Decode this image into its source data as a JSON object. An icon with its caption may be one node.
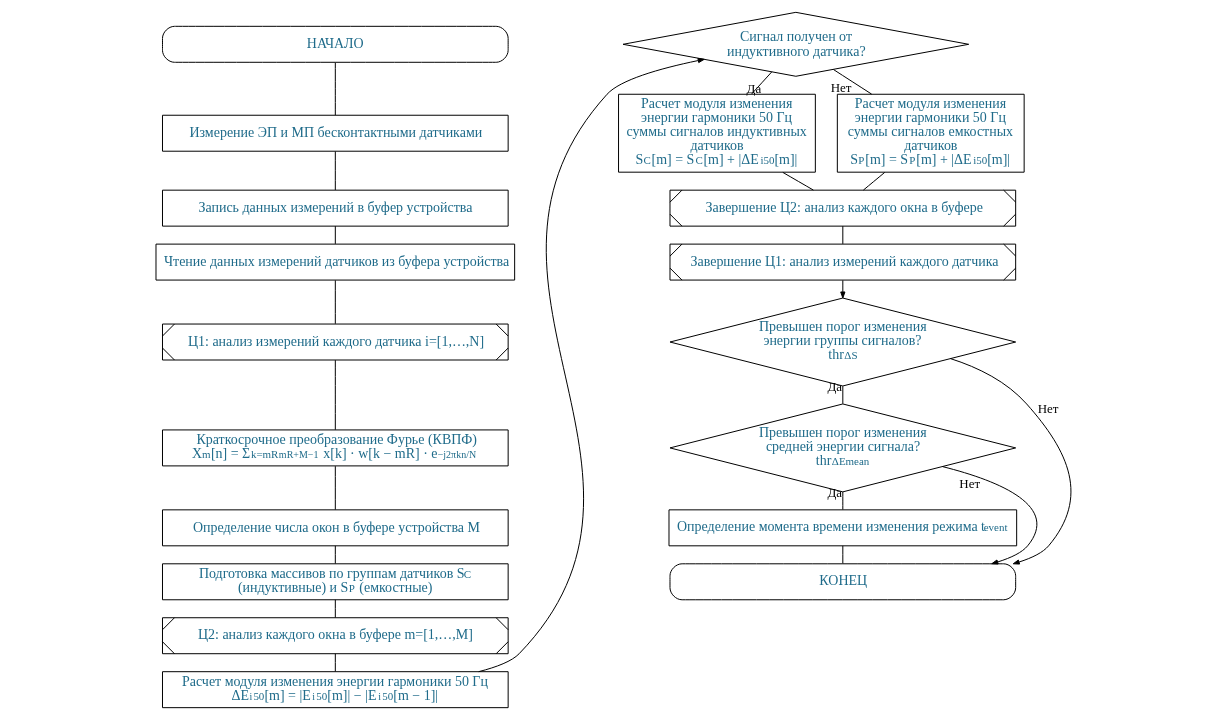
{
  "diagram": {
    "nodes": [
      {
        "text": [
          "НАЧАЛО"
        ]
      },
      {
        "text": [
          "Измерение ЭП и МП бесконтактными датчиками"
        ]
      },
      {
        "text": [
          "Запись данных измерений в буфер устройства"
        ]
      },
      {
        "text": [
          "Чтение данных измерений датчиков из буфера устройства"
        ]
      },
      {
        "text": [
          "Ц1: анализ измерений каждого датчика i=[1,…,N]"
        ]
      },
      {
        "text": [
          "Краткосрочное преобразование Фурье (КВПФ)",
          "X$_{m}$[n] = Σ$_{k=mR}$$^{mR+M−1}$ x[k] · w[k − mR] · e$^{−j2πkn/N}$"
        ]
      },
      {
        "text": [
          "Определение числа окон в буфере устройства M"
        ]
      },
      {
        "text": [
          "Подготовка массивов по группам датчиков S$_{C}$ (индуктивные) и S$_{P}$ (емкостные)"
        ]
      },
      {
        "text": [
          "Ц2: анализ каждого окна в буфере m=[1,…,M]"
        ]
      },
      {
        "text": [
          "Расчет модуля изменения энергии гармоники 50 Гц",
          "ΔE$^{i}$$_{50}$[m] = |E$^{i}$$_{50}$[m]| − |E$^{i}$$_{50}$[m − 1]|"
        ]
      },
      {
        "text": [
          "Сигнал получен от индуктивного датчика?"
        ]
      },
      {
        "text": [
          "Расчет модуля изменения энергии гармоники 50 Гц суммы сигналов индуктивных датчиков",
          "S$_{C}$[m] = S$_{C}$[m] + |ΔE$_{i50}$[m]|"
        ]
      },
      {
        "text": [
          "Расчет модуля изменения энергии гармоники 50 Гц суммы сигналов емкостных датчиков",
          "S$_{P}$[m] = S$_{P}$[m] + |ΔE$_{i50}$[m]|"
        ]
      },
      {
        "text": [
          "Завершение Ц2: анализ каждого окна в буфере"
        ]
      },
      {
        "text": [
          "Завершение Ц1: анализ измерений каждого датчика"
        ]
      },
      {
        "text": [
          "Превышен порог изменения энергии группы сигналов?",
          "thr$_{ΔS}$"
        ]
      },
      {
        "text": [
          "Превышен порог изменения средней энергии сигнала?",
          "thr$_{ΔEmean}$"
        ]
      },
      {
        "text": [
          "Определение момента времени изменения режима t$_{event}$"
        ]
      },
      {
        "text": [
          "КОНЕЦ"
        ]
      }
    ],
    "edges": [
      {
        "from": 0,
        "to": 1,
        "arrow": "none"
      },
      {
        "from": 1,
        "to": 2,
        "arrow": "none"
      },
      {
        "from": 2,
        "to": 3,
        "arrow": "none"
      },
      {
        "from": 3,
        "to": 4,
        "arrow": "none"
      },
      {
        "from": 4,
        "to": 5,
        "arrow": "none"
      },
      {
        "from": 5,
        "to": 6,
        "arrow": "none"
      },
      {
        "from": 6,
        "to": 7,
        "arrow": "none"
      },
      {
        "from": 7,
        "to": 8,
        "arrow": "none"
      },
      {
        "from": 8,
        "to": 9,
        "arrow": "none"
      },
      {
        "from": 9,
        "to": 10,
        "arrow": "to"
      },
      {
        "from": 10,
        "to": 11,
        "arrow": "none",
        "label": "Да"
      },
      {
        "from": 10,
        "to": 12,
        "arrow": "none",
        "label": "Нет"
      },
      {
        "from": 11,
        "to": 13,
        "arrow": "none"
      },
      {
        "from": 12,
        "to": 13,
        "arrow": "none"
      },
      {
        "from": 13,
        "to": 14,
        "arrow": "none"
      },
      {
        "from": 14,
        "to": 15,
        "arrow": "to"
      },
      {
        "from": 15,
        "to": 16,
        "arrow": "none",
        "label": "Да"
      },
      {
        "from": 15,
        "to": 18,
        "arrow": "to",
        "label": "Нет"
      },
      {
        "from": 16,
        "to": 17,
        "arrow": "none",
        "label": "Да"
      },
      {
        "from": 16,
        "to": 18,
        "arrow": "to",
        "label": "Нет"
      },
      {
        "from": 17,
        "to": 18,
        "arrow": "none"
      }
    ]
  }
}
